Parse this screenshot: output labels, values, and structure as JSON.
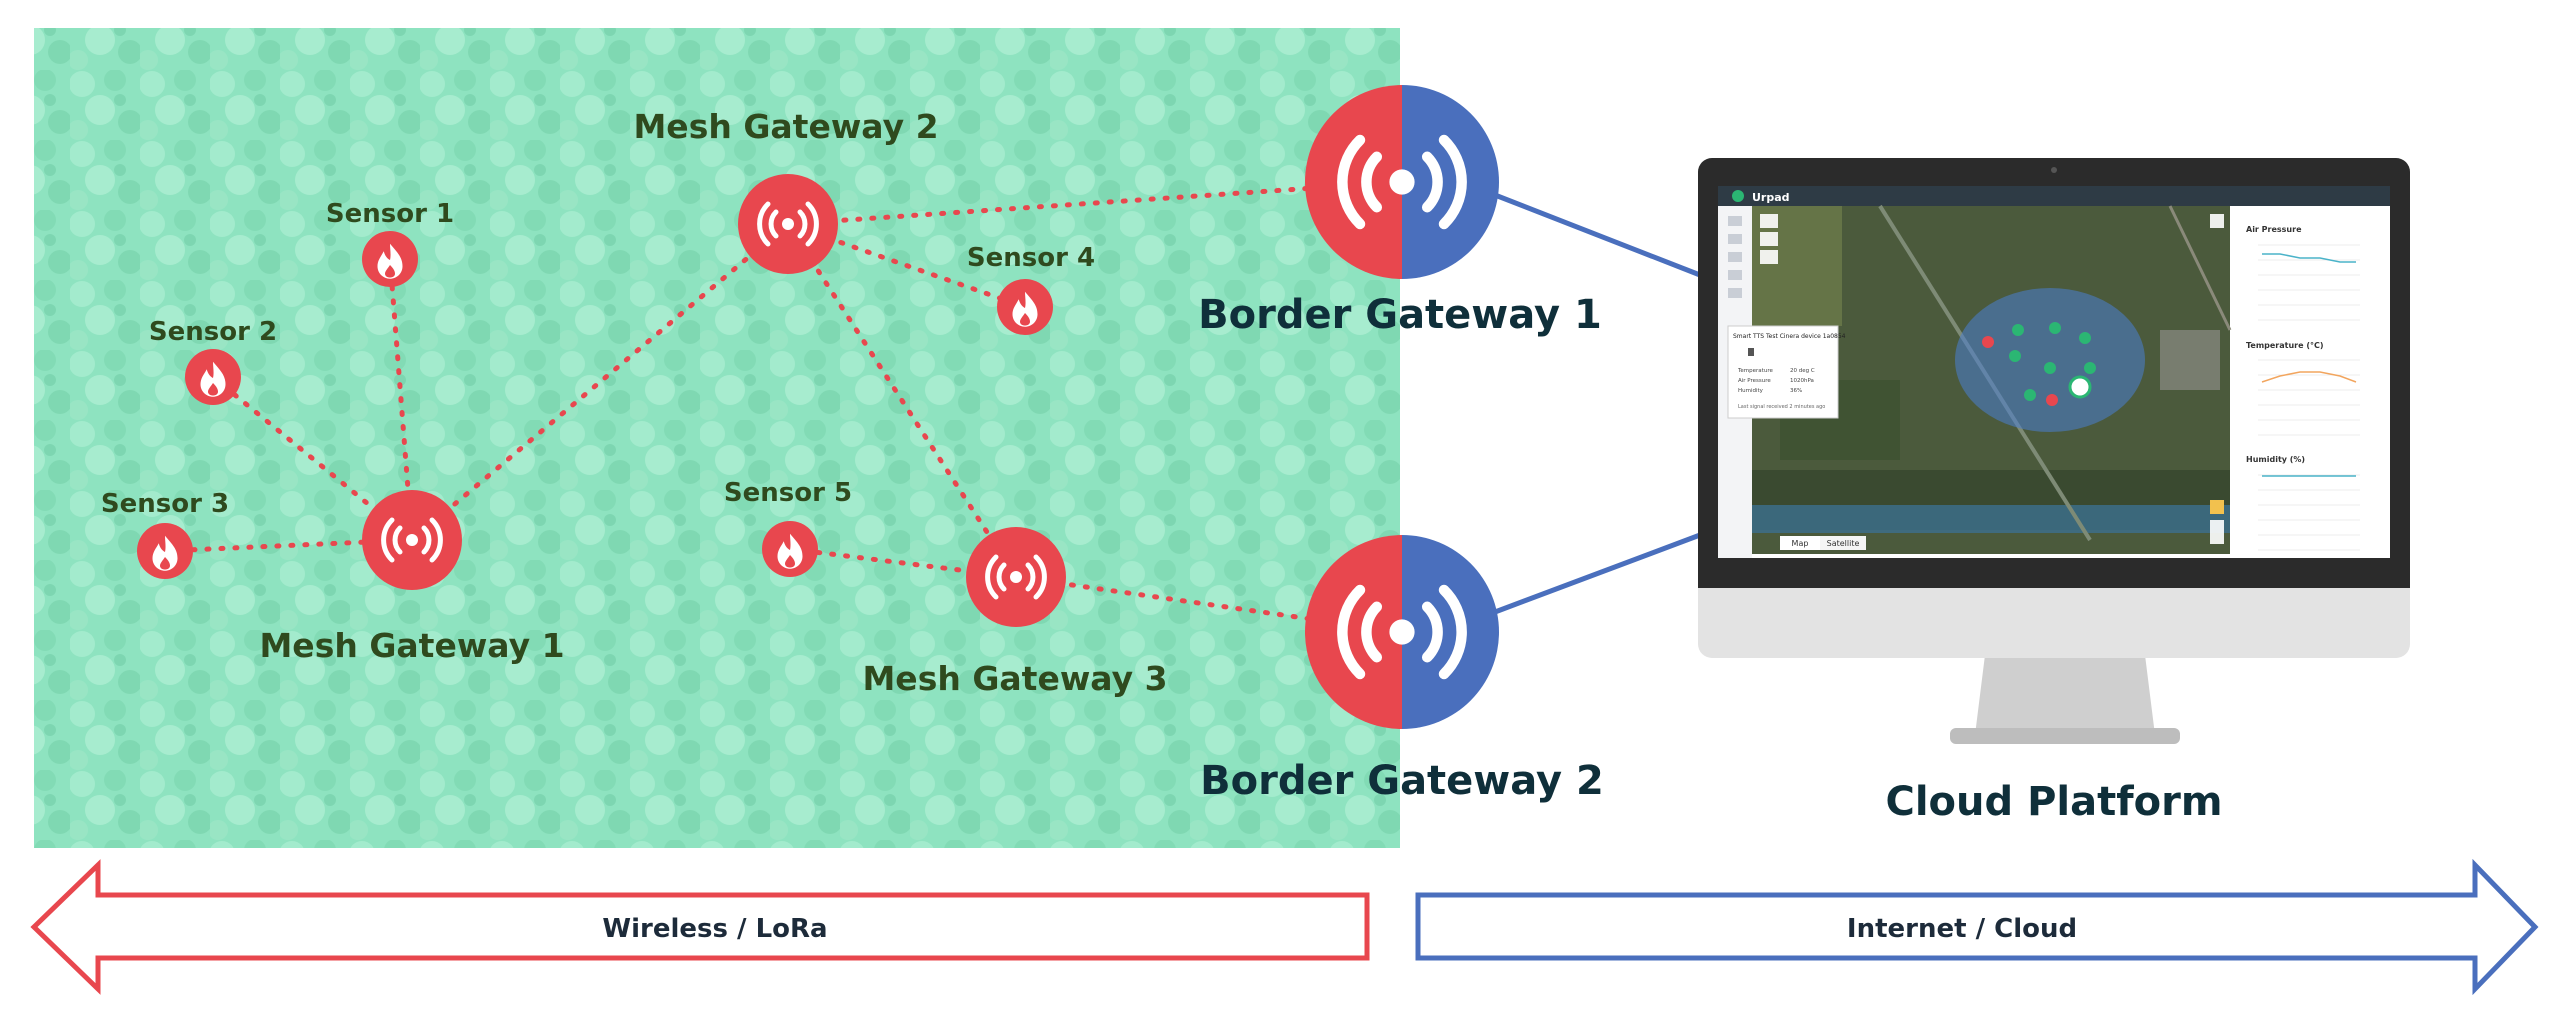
{
  "colors": {
    "forest": "#8ee3c0",
    "red": "#e8474e",
    "blue": "#4a6fbd",
    "dark_label": "#2f4a1e",
    "navy_label": "#0f2f3a",
    "arrow_text": "#1d2b3a"
  },
  "icons": {
    "sensor": "fire-icon",
    "gateway": "radio-signal-icon",
    "platform": "monitor-icon"
  },
  "sensors": [
    {
      "id": "s1",
      "label": "Sensor 1"
    },
    {
      "id": "s2",
      "label": "Sensor 2"
    },
    {
      "id": "s3",
      "label": "Sensor 3"
    },
    {
      "id": "s4",
      "label": "Sensor 4"
    },
    {
      "id": "s5",
      "label": "Sensor 5"
    }
  ],
  "mesh_gateways": [
    {
      "id": "m1",
      "label": "Mesh Gateway 1"
    },
    {
      "id": "m2",
      "label": "Mesh Gateway 2"
    },
    {
      "id": "m3",
      "label": "Mesh Gateway 3"
    }
  ],
  "border_gateways": [
    {
      "id": "b1",
      "label": "Border Gateway 1"
    },
    {
      "id": "b2",
      "label": "Border Gateway 2"
    }
  ],
  "cloud_platform": {
    "label": "Cloud Platform",
    "app_title": "Urpad",
    "popup_title": "Smart TTS Test Cinera device 1a0854",
    "popup_rows": [
      {
        "k": "Temperature",
        "v": "20 deg C"
      },
      {
        "k": "Air Pressure",
        "v": "1020hPa"
      },
      {
        "k": "Humidity",
        "v": "36%"
      }
    ],
    "popup_footer": "Last signal received 2 minutes ago",
    "map_buttons": [
      "Map",
      "Satellite"
    ],
    "chart_titles": [
      "Air Pressure",
      "Temperature (°C)",
      "Humidity (%)"
    ]
  },
  "links": [
    [
      "s1",
      "m1"
    ],
    [
      "s2",
      "m1"
    ],
    [
      "s3",
      "m1"
    ],
    [
      "m1",
      "m2"
    ],
    [
      "m2",
      "s4"
    ],
    [
      "m2",
      "m3"
    ],
    [
      "s5",
      "m3"
    ],
    [
      "m2",
      "b1"
    ],
    [
      "m3",
      "b2"
    ]
  ],
  "bands": {
    "left": "Wireless / LoRa",
    "right": "Internet / Cloud"
  }
}
